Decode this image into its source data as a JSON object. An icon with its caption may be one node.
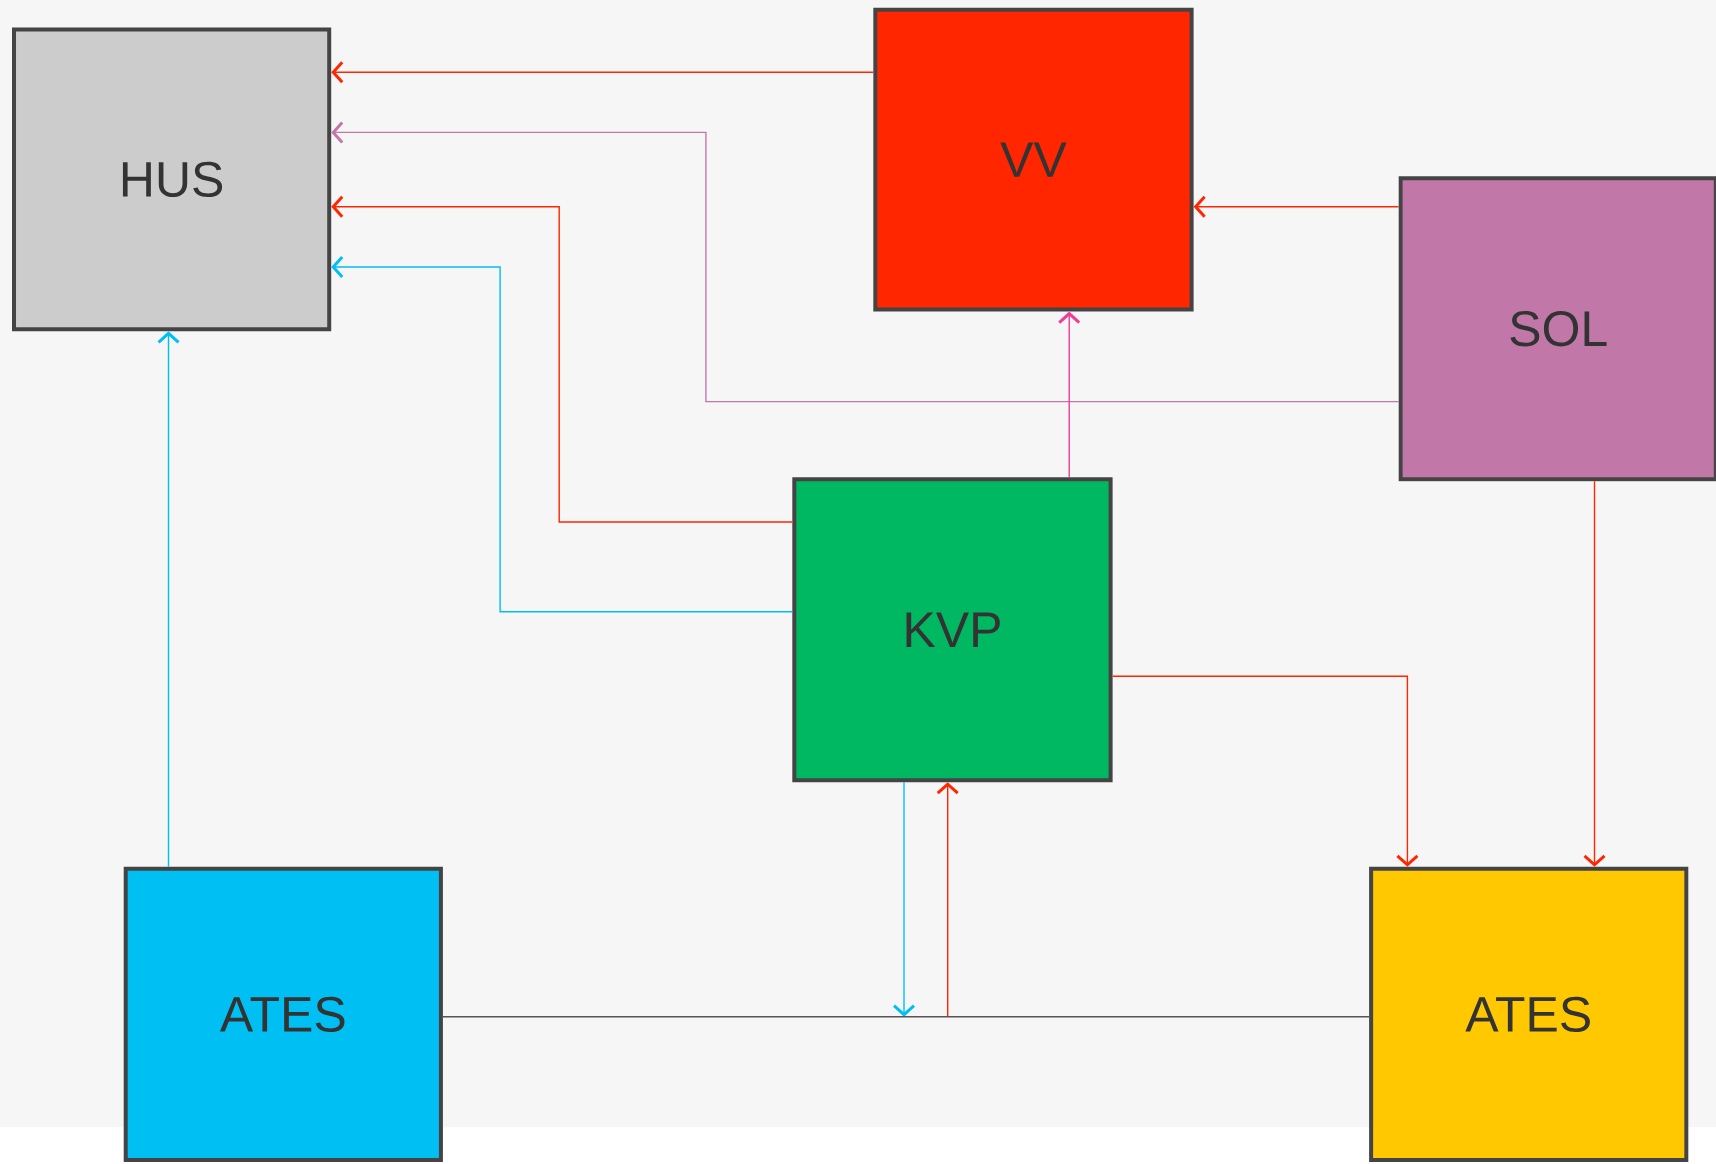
{
  "diagram": {
    "nodes": [
      {
        "text": [
          "HUS"
        ]
      },
      {
        "text": [
          "VV"
        ]
      },
      {
        "text": [
          "SOL"
        ]
      },
      {
        "text": [
          "KVP"
        ]
      },
      {
        "text": [
          "ATES"
        ]
      },
      {
        "text": [
          "ATES"
        ]
      }
    ],
    "edges": [
      {
        "from": 1,
        "to": 0,
        "arrow": "to"
      },
      {
        "from": 2,
        "to": 0,
        "arrow": "to",
        "color": "#c178a8"
      },
      {
        "from": 3,
        "to": 0,
        "arrow": "to"
      },
      {
        "from": 3,
        "to": 0,
        "arrow": "to",
        "color": "#00bff3"
      },
      {
        "from": 2,
        "to": 1,
        "arrow": "to"
      },
      {
        "from": 3,
        "to": 1,
        "arrow": "to",
        "color": "#f03c96"
      },
      {
        "from": 4,
        "to": 0,
        "arrow": "to",
        "color": "#00bff3"
      },
      {
        "from": 3,
        "to": 5,
        "arrow": "to"
      },
      {
        "from": 2,
        "to": 5,
        "arrow": "to"
      },
      {
        "from": 3,
        "to": null,
        "arrow": "to",
        "color": "#00bff3"
      },
      {
        "from": null,
        "to": 3,
        "arrow": "to"
      },
      {
        "from": 4,
        "to": 5,
        "arrow": "none",
        "color": "#555555"
      }
    ]
  }
}
